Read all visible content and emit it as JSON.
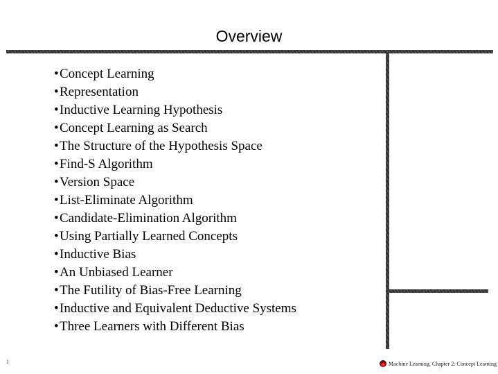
{
  "slide": {
    "title": "Overview",
    "bullet_char": "•",
    "bullets": [
      "Concept Learning",
      "Representation",
      "Inductive Learning Hypothesis",
      "Concept Learning as Search",
      "The Structure of the Hypothesis Space",
      "Find-S Algorithm",
      "Version Space",
      "List-Eliminate Algorithm",
      "Candidate-Elimination Algorithm",
      "Using Partially Learned Concepts",
      "Inductive Bias",
      "An Unbiased Learner",
      "The Futility of Bias-Free Learning",
      "Inductive and Equivalent Deductive Systems",
      "Three Learners with Different Bias"
    ],
    "page_number": "1",
    "footer_text": "Machine Learning, Chapter 2: Concept Learning",
    "footer_icon": "apple-logo-icon",
    "colors": {
      "bar": "#3a3a3a",
      "text": "#000000",
      "background": "#ffffff"
    }
  }
}
